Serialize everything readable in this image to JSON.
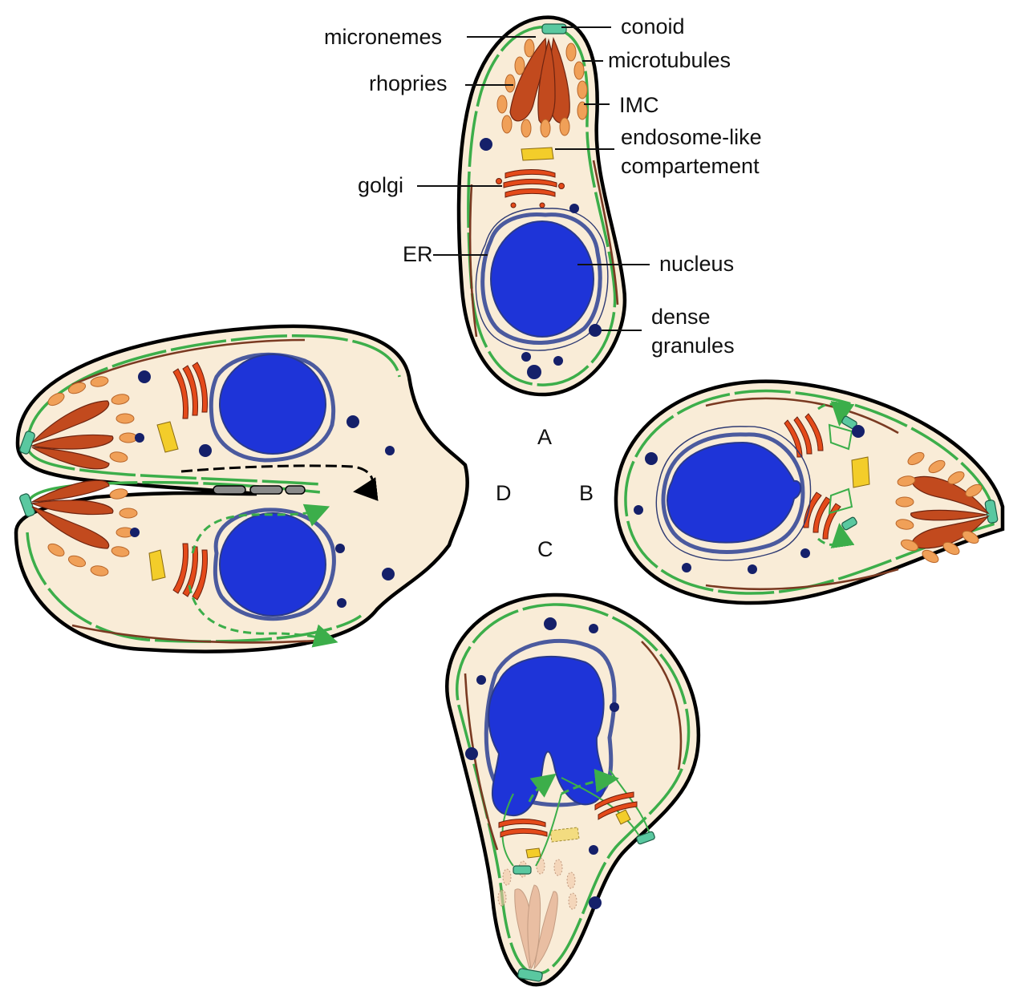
{
  "labels": {
    "micronemes": "micronemes",
    "conoid": "conoid",
    "microtubules": "microtubules",
    "rhopries": "rhopries",
    "imc": "IMC",
    "endosome_line1": "endosome-like",
    "endosome_line2": "compartement",
    "golgi": "golgi",
    "er": "ER",
    "nucleus": "nucleus",
    "dense_line1": "dense",
    "dense_line2": "granules"
  },
  "stages": {
    "a": "A",
    "b": "B",
    "c": "C",
    "d": "D"
  },
  "colors": {
    "cytoplasm": "#f9ecd7",
    "nucleus": "#1e34d8",
    "imc": "#3cae4a",
    "microtubules": "#7a3a22",
    "rhoptries": "#c24a1e",
    "micronemes": "#f0a058",
    "golgi": "#e44a1a",
    "endosome": "#f3cd2a",
    "dense_granules": "#15206a",
    "conoid": "#5ac8a0"
  }
}
